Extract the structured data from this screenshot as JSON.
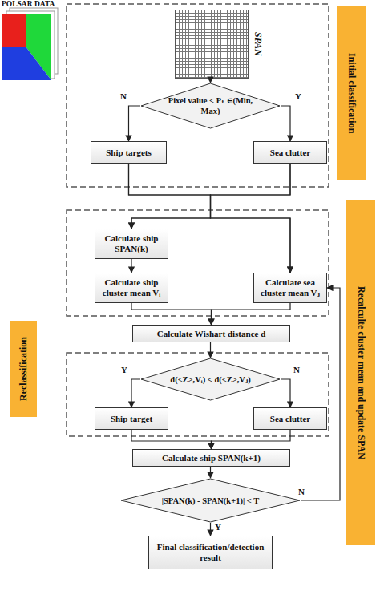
{
  "diagram": {
    "nodes": [
      {
        "text": [
          "POLSAR DATA"
        ]
      },
      {
        "text": [
          "SPAN"
        ]
      },
      {
        "text": [
          "Pixel value < Pₜ ∈(Min, Max)"
        ]
      },
      {
        "text": [
          "Ship targets"
        ]
      },
      {
        "text": [
          "Sea clutter"
        ]
      },
      {
        "text": [
          "Initial classification"
        ]
      },
      {
        "text": [
          "Calculate ship SPAN(k)"
        ]
      },
      {
        "text": [
          "Calculate ship cluster mean Vᵢ"
        ]
      },
      {
        "text": [
          "Calculate sea cluster mean Vⱼ"
        ]
      },
      {
        "text": [
          "Calculate Wishart distance d"
        ]
      },
      {
        "text": [
          "Reclassification"
        ]
      },
      {
        "text": [
          "d(<Z>,Vᵢ) < d(<Z>,Vⱼ)"
        ]
      },
      {
        "text": [
          "Ship target"
        ]
      },
      {
        "text": [
          "Sea clutter"
        ]
      },
      {
        "text": [
          "Calculate ship SPAN(k+1)"
        ]
      },
      {
        "text": [
          "|SPAN(k) - SPAN(k+1)| < T"
        ]
      },
      {
        "text": [
          "Final classification/detection result"
        ]
      },
      {
        "text": [
          "Recalculte cluster mean and update SPAN"
        ]
      }
    ],
    "edges": [
      {
        "from": 1,
        "to": 2,
        "arrow": "to"
      },
      {
        "from": 2,
        "to": 3,
        "label": "N",
        "arrow": "to"
      },
      {
        "from": 2,
        "to": 4,
        "label": "Y",
        "arrow": "to"
      },
      {
        "from": 3,
        "to": 6,
        "arrow": "to"
      },
      {
        "from": 3,
        "to": 8,
        "arrow": "to"
      },
      {
        "from": 4,
        "to": 6,
        "arrow": "to"
      },
      {
        "from": 4,
        "to": 8,
        "arrow": "to"
      },
      {
        "from": 6,
        "to": 7,
        "arrow": "to"
      },
      {
        "from": 7,
        "to": 9,
        "arrow": "to"
      },
      {
        "from": 8,
        "to": 9,
        "arrow": "to"
      },
      {
        "from": 9,
        "to": 11,
        "arrow": "to"
      },
      {
        "from": 11,
        "to": 12,
        "label": "Y",
        "arrow": "to"
      },
      {
        "from": 11,
        "to": 13,
        "label": "N",
        "arrow": "to"
      },
      {
        "from": 12,
        "to": 14,
        "arrow": "to"
      },
      {
        "from": 13,
        "to": 14,
        "arrow": "to"
      },
      {
        "from": 14,
        "to": 15,
        "arrow": "to"
      },
      {
        "from": 15,
        "to": 16,
        "label": "Y",
        "arrow": "to"
      },
      {
        "from": 15,
        "to": 8,
        "label": "N",
        "arrow": "to"
      }
    ]
  }
}
